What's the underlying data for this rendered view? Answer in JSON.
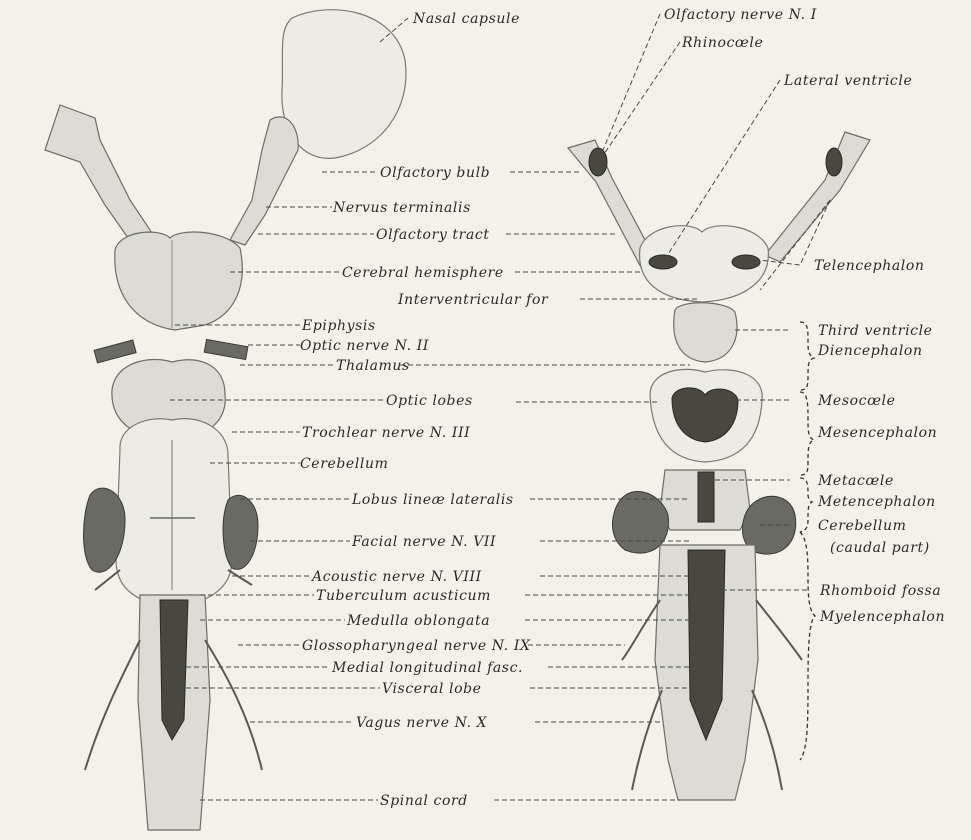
{
  "figure": {
    "left_labels": [
      "Nasal capsule",
      "Olfactory bulb",
      "Nervus terminalis",
      "Olfactory tract",
      "Cerebral hemisphere",
      "Interventricular for",
      "Epiphysis",
      "Optic nerve N. II",
      "Thalamus",
      "Optic lobes",
      "Trochlear nerve N. III",
      "Cerebellum",
      "Lobus lineæ lateralis",
      "Facial nerve N. VII",
      "Acoustic nerve N. VIII",
      "Tuberculum acusticum",
      "Medulla oblongata",
      "Glossopharyngeal nerve N. IX",
      "Medial longitudinal fasc.",
      "Visceral lobe",
      "Vagus nerve N. X",
      "Spinal cord"
    ],
    "right_labels": [
      "Olfactory nerve N. I",
      "Rhinocœle",
      "Lateral ventricle",
      "Telencephalon",
      "Third ventricle",
      "Diencephalon",
      "Mesocœle",
      "Mesencephalon",
      "Metacœle",
      "Metencephalon",
      "Cerebellum",
      "(caudal part)",
      "Rhomboid fossa",
      "Myelencephalon"
    ]
  }
}
